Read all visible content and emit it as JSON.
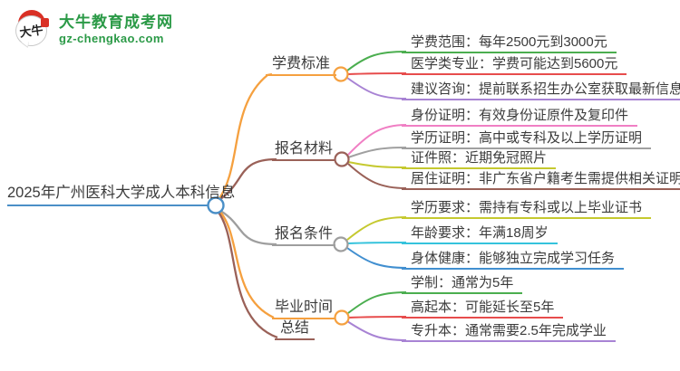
{
  "logo": {
    "title": "大牛教育成考网",
    "subtitle": "gz-chengkao.com",
    "icon_text": "大牛",
    "brand_green": "#2b9a47",
    "brand_red": "#d93025"
  },
  "palette": {
    "root_blue": "#4a8fc7",
    "orange": "#f5a03f",
    "brown": "#9a6158",
    "gray": "#9e9e9e",
    "green": "#4bae4f",
    "red": "#e74c4c",
    "purple": "#a883d4",
    "pink": "#f07fc4",
    "olive": "#c5c92f",
    "cyan": "#35c3dc",
    "blue": "#418fd0"
  },
  "mindmap": {
    "root": {
      "label": "2025年广州医科大学成人本科信息",
      "color": "#4a8fc7"
    },
    "branches": [
      {
        "label": "学费标准",
        "color": "#f5a03f",
        "children": [
          {
            "label": "学费范围：每年2500元到3000元",
            "color": "#4bae4f"
          },
          {
            "label": "医学类专业：学费可能达到5600元",
            "color": "#e74c4c"
          },
          {
            "label": "建议咨询：提前联系招生办公室获取最新信息",
            "color": "#a883d4"
          }
        ]
      },
      {
        "label": "报名材料",
        "color": "#9a6158",
        "children": [
          {
            "label": "身份证明：有效身份证原件及复印件",
            "color": "#f07fc4"
          },
          {
            "label": "学历证明：高中或专科及以上学历证明",
            "color": "#a0a0a0"
          },
          {
            "label": "证件照：近期免冠照片",
            "color": "#c5c92f"
          },
          {
            "label": "居住证明：非广东省户籍考生需提供相关证明",
            "color": "#9a6158"
          }
        ]
      },
      {
        "label": "报名条件",
        "color": "#9e9e9e",
        "children": [
          {
            "label": "学历要求：需持有专科或以上毕业证书",
            "color": "#c5c92f"
          },
          {
            "label": "年龄要求：年满18周岁",
            "color": "#35c3dc"
          },
          {
            "label": "身体健康：能够独立完成学习任务",
            "color": "#418fd0"
          }
        ]
      },
      {
        "label": "毕业时间",
        "color": "#f5a03f",
        "children": [
          {
            "label": "学制：通常为5年",
            "color": "#4bae4f"
          },
          {
            "label": "高起本：可能延长至5年",
            "color": "#e74c4c"
          },
          {
            "label": "专升本：通常需要2.5年完成学业",
            "color": "#a883d4"
          }
        ]
      },
      {
        "label": "总结",
        "color": "#9a6158",
        "children": []
      }
    ]
  }
}
